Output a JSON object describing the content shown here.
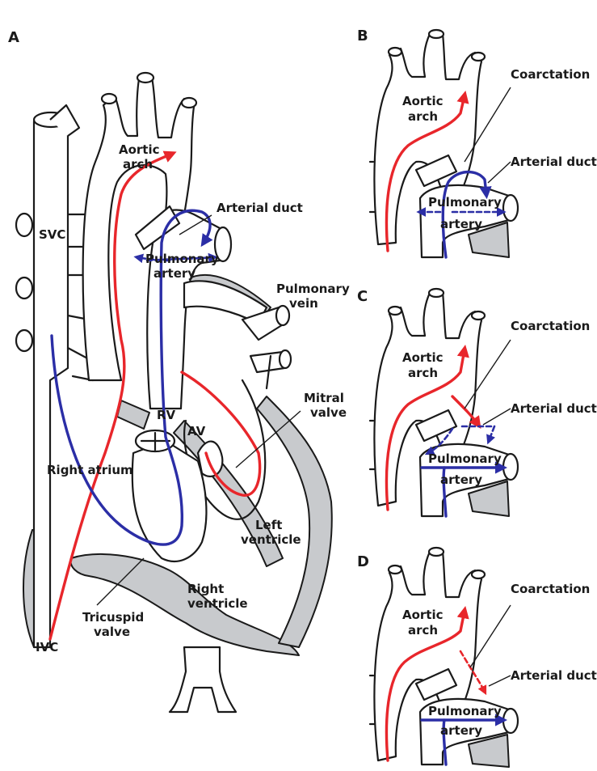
{
  "colors": {
    "oxygenated_flow": "#e8262b",
    "deoxygenated_flow": "#2b2ea6",
    "tissue_grey": "#c8cacd",
    "outline": "#1a1a1a"
  },
  "panel_a": {
    "letter": "A",
    "labels": {
      "aortic_arch_1": "Aortic",
      "aortic_arch_2": "arch",
      "arterial_duct": "Arterial duct",
      "pulmonary_artery_1": "Pulmonary",
      "pulmonary_artery_2": "artery",
      "svc": "SVC",
      "ivc": "IVC",
      "pulmonary_vein_1": "Pulmonary",
      "pulmonary_vein_2": "vein",
      "mitral_valve_1": "Mitral",
      "mitral_valve_2": "valve",
      "rv": "RV",
      "av": "AV",
      "right_atrium": "Right atrium",
      "left_ventricle_1": "Left",
      "left_ventricle_2": "ventricle",
      "right_ventricle_1": "Right",
      "right_ventricle_2": "ventricle",
      "tricuspid_valve_1": "Tricuspid",
      "tricuspid_valve_2": "valve"
    }
  },
  "panel_b": {
    "letter": "B",
    "labels": {
      "coarctation": "Coarctation",
      "aortic_arch_1": "Aortic",
      "aortic_arch_2": "arch",
      "arterial_duct": "Arterial duct",
      "pulmonary_artery_1": "Pulmonary",
      "pulmonary_artery_2": "artery"
    }
  },
  "panel_c": {
    "letter": "C",
    "labels": {
      "coarctation": "Coarctation",
      "aortic_arch_1": "Aortic",
      "aortic_arch_2": "arch",
      "arterial_duct": "Arterial duct",
      "pulmonary_artery_1": "Pulmonary",
      "pulmonary_artery_2": "artery"
    }
  },
  "panel_d": {
    "letter": "D",
    "labels": {
      "coarctation": "Coarctation",
      "aortic_arch_1": "Aortic",
      "aortic_arch_2": "arch",
      "arterial_duct": "Arterial duct",
      "pulmonary_artery_1": "Pulmonary",
      "pulmonary_artery_2": "artery"
    }
  }
}
